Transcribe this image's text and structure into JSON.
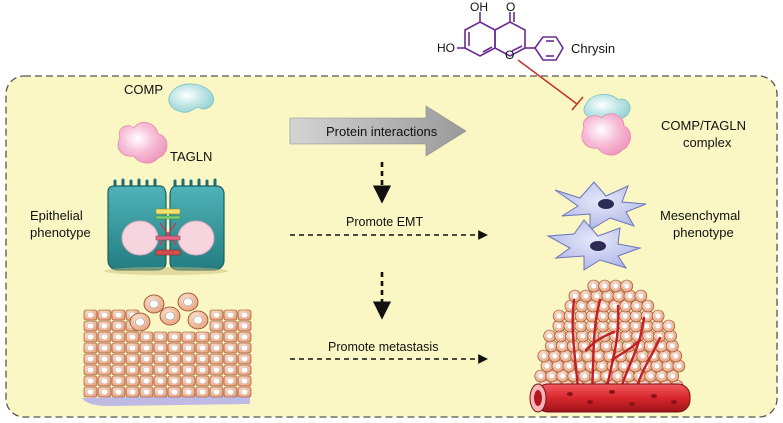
{
  "colors": {
    "panel_fill": "#faf7c4",
    "panel_border": "#555555",
    "inhibitor_line": "#c0392b",
    "molecule_stroke": "#6a2c91",
    "comp_fill": "#a8dcdc",
    "tagln_fill": "#f4a9c9",
    "epithelial_fill": "#3c9ea3",
    "mesenchymal_fill": "#bfc6ee",
    "tumor_cell_fill": "#f2b08b",
    "vessel_fill": "#d8262d"
  },
  "molecule": {
    "name": "Chrysin",
    "oh_top": "OH",
    "o_top": "O",
    "ho_left": "HO",
    "o_ring": "O"
  },
  "left": {
    "comp_label": "COMP",
    "tagln_label": "TAGLN",
    "epithelial_label_line1": "Epithelial",
    "epithelial_label_line2": "phenotype"
  },
  "middle": {
    "protein_interactions": "Protein interactions",
    "promote_emt": "Promote EMT",
    "promote_metastasis": "Promote metastasis"
  },
  "right": {
    "complex_line1": "COMP/TAGLN",
    "complex_line2": "complex",
    "mesenchymal_line1": "Mesenchymal",
    "mesenchymal_line2": "phenotype"
  }
}
